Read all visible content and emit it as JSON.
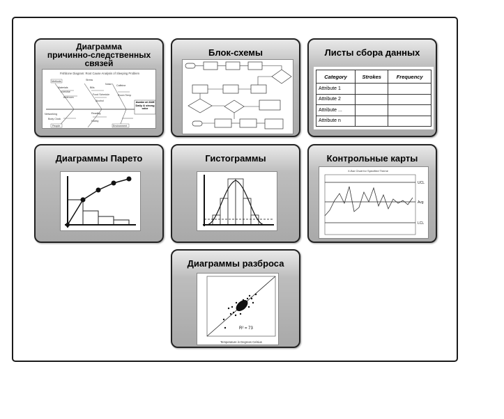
{
  "cards": {
    "fishbone": {
      "title_line1": "Диаграмма",
      "title_line2": "причинно-следственных",
      "title_line3": "связей",
      "inner_title": "Fishbone Diagram: Root Cause Analysis of Sleeping Problem",
      "labels": [
        "Methods",
        "Materials",
        "Exercise",
        "Bedroom",
        "Stress",
        "Bills",
        "Noise",
        "Food Schedule",
        "Alcohol",
        "Caffeine",
        "Room Temp",
        "Networking",
        "Body Clock",
        "Reading",
        "Hobby",
        "Awake at 2AM Daily & strong odor",
        "People",
        "Environment"
      ]
    },
    "flowchart": {
      "title": "Блок-схемы"
    },
    "checksheet": {
      "title": "Листы сбора данных",
      "headers": [
        "Category",
        "Strokes",
        "Frequency"
      ],
      "rows": [
        "Attribute 1",
        "Attribute 2",
        "Attribute ...",
        "Attribute n"
      ]
    },
    "pareto": {
      "title": "Диаграммы Парето"
    },
    "histogram": {
      "title": "Гистограммы"
    },
    "control": {
      "title": "Контрольные карты",
      "inner_title": "X-Bar Chart for Specified Theme",
      "ucl": "UCL",
      "avg": "Avg",
      "lcl": "LCL"
    },
    "scatter": {
      "title": "Диаграммы разброса",
      "r2": "R² = 73",
      "xlabel": "Temperature in Degrees Celsius"
    }
  }
}
